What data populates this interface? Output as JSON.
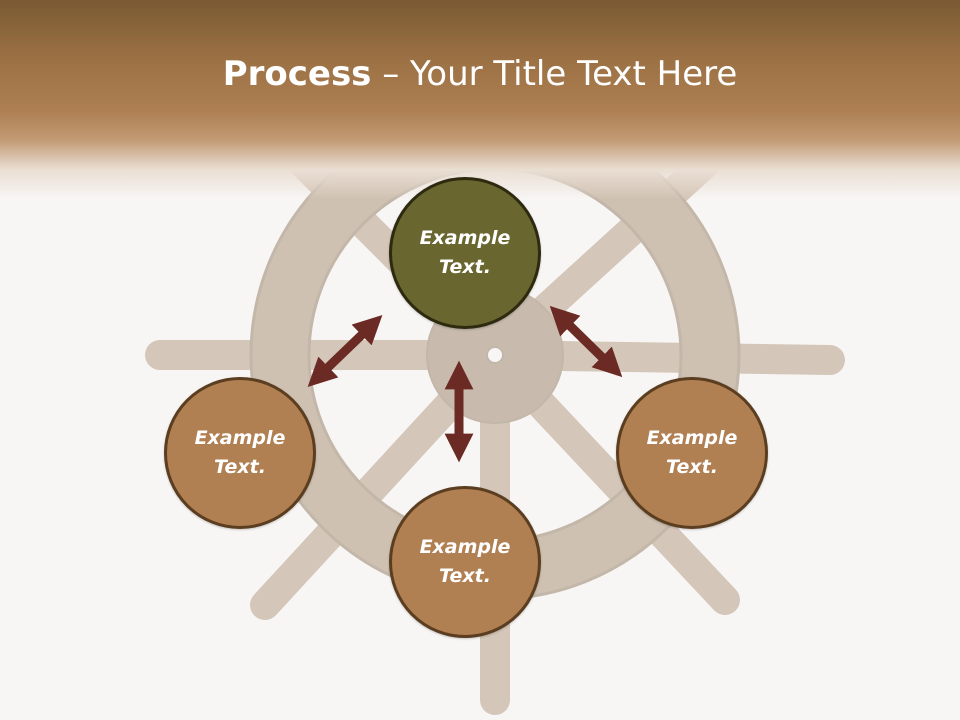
{
  "title": {
    "bold": "Process",
    "rest": " – Your Title Text Here"
  },
  "nodes": {
    "top": "Example Text.",
    "left": "Example Text.",
    "bottom": "Example Text.",
    "right": "Example Text."
  },
  "colors": {
    "header": "#a67a4c",
    "top_node": "#69662f",
    "brown_node": "#b07f52",
    "arrow": "#6b2a24",
    "background": "#f8f6f5"
  },
  "decor": {
    "background_image": "ship-wheel"
  }
}
